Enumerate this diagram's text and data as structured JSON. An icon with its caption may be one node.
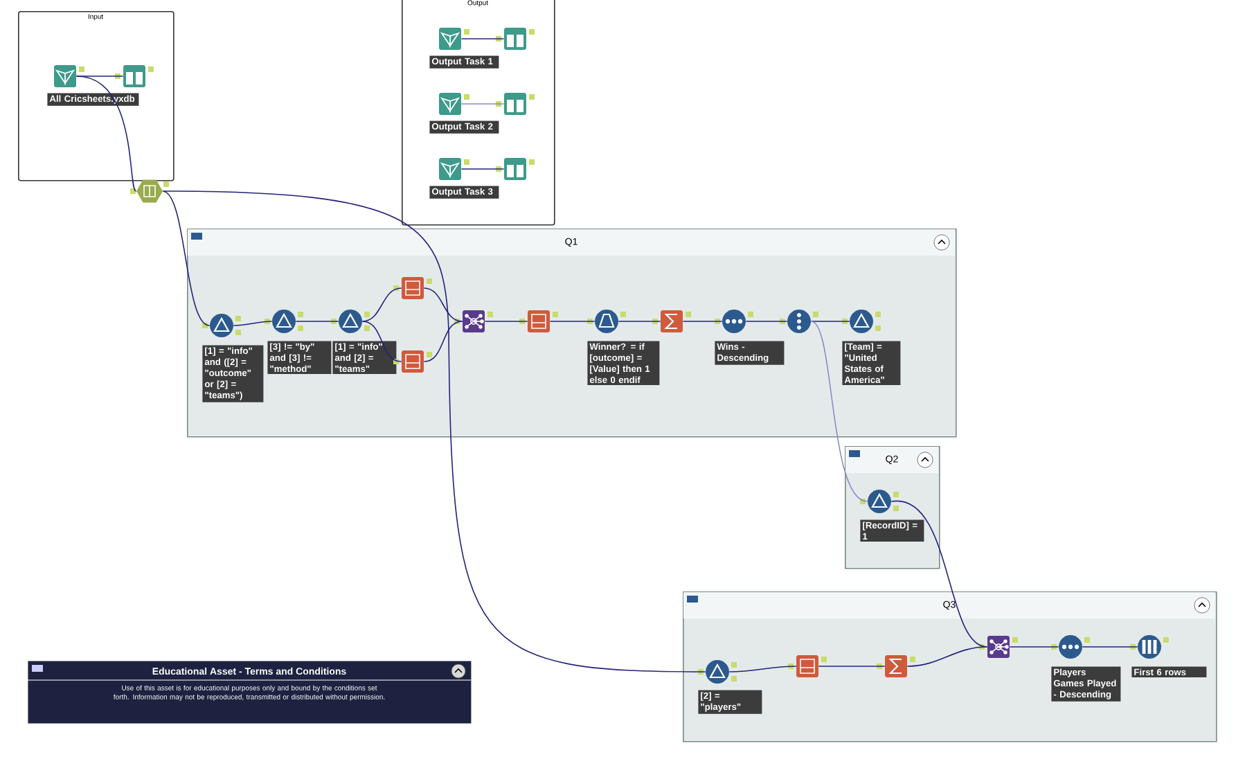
{
  "diagram": {
    "nodes": [
      {
        "text": [
          "Input"
        ]
      },
      {
        "text": [
          "All Cricsheets.yxdb"
        ],
        "in": 0
      },
      {
        "text": [],
        "shape": "picture",
        "in": 0
      },
      {
        "text": [
          "Output"
        ]
      },
      {
        "text": [
          "Output Task 1"
        ],
        "in": 3
      },
      {
        "text": [],
        "shape": "picture",
        "in": 3
      },
      {
        "text": [
          "Output Task 2"
        ],
        "in": 3
      },
      {
        "text": [],
        "shape": "picture",
        "in": 3
      },
      {
        "text": [
          "Output Task 3"
        ],
        "in": 3
      },
      {
        "text": [],
        "shape": "picture",
        "in": 3
      },
      {
        "text": [],
        "shape": "picture"
      },
      {
        "text": [
          "Q1"
        ]
      },
      {
        "text": [
          "[1] = \"info\" and ([2] = \"outcome\" or [2] = \"teams\")"
        ],
        "in": 11
      },
      {
        "text": [
          "[3] != \"by\" and [3] != \"method\""
        ],
        "in": 11
      },
      {
        "text": [
          "[1] = \"info\" and [2] = \"teams\""
        ],
        "in": 11
      },
      {
        "text": [],
        "shape": "picture",
        "in": 11
      },
      {
        "text": [],
        "shape": "picture",
        "in": 11
      },
      {
        "text": [],
        "shape": "picture",
        "in": 11
      },
      {
        "text": [],
        "shape": "picture",
        "in": 11
      },
      {
        "text": [
          "Winner? = if [outcome] = [Value] then 1 else 0 endif"
        ],
        "in": 11
      },
      {
        "text": [],
        "shape": "picture",
        "in": 11
      },
      {
        "text": [
          "Wins - Descending"
        ],
        "in": 11
      },
      {
        "text": [],
        "shape": "picture",
        "in": 11
      },
      {
        "text": [
          "[Team] = \"United States of America\""
        ],
        "in": 11
      },
      {
        "text": [
          "Q2"
        ]
      },
      {
        "text": [
          "[RecordID] = 1"
        ],
        "in": 24
      },
      {
        "text": [
          "Q3"
        ]
      },
      {
        "text": [
          "[2] = \"players\""
        ],
        "in": 26
      },
      {
        "text": [],
        "shape": "picture",
        "in": 26
      },
      {
        "text": [],
        "shape": "picture",
        "in": 26
      },
      {
        "text": [],
        "shape": "picture",
        "in": 26
      },
      {
        "text": [
          "Players Games Played - Descending"
        ],
        "in": 26
      },
      {
        "text": [
          "First 6 rows"
        ],
        "in": 26
      },
      {
        "text": [
          "Educational Asset - Terms and Conditions",
          "Use of this asset is for educational purposes only and bound by the conditions set forth. Information may not be reproduced, transmitted or distributed without permission."
        ]
      }
    ],
    "edges": [
      {
        "from": 1,
        "to": 2,
        "arrow": "none"
      },
      {
        "from": 4,
        "to": 5,
        "arrow": "none"
      },
      {
        "from": 6,
        "to": 7,
        "arrow": "none",
        "color": "#8a8ac8"
      },
      {
        "from": 8,
        "to": 9,
        "arrow": "none"
      },
      {
        "from": 1,
        "to": 10,
        "arrow": "none"
      },
      {
        "from": 10,
        "to": 12,
        "arrow": "none"
      },
      {
        "from": 10,
        "to": 27,
        "arrow": "none"
      },
      {
        "from": 12,
        "to": 13,
        "arrow": "none"
      },
      {
        "from": 13,
        "to": 14,
        "arrow": "none"
      },
      {
        "from": 14,
        "to": 15,
        "arrow": "none"
      },
      {
        "from": 14,
        "to": 16,
        "arrow": "none"
      },
      {
        "from": 15,
        "to": 17,
        "arrow": "none"
      },
      {
        "from": 16,
        "to": 17,
        "arrow": "none"
      },
      {
        "from": 17,
        "to": 18,
        "arrow": "none"
      },
      {
        "from": 18,
        "to": 19,
        "arrow": "none"
      },
      {
        "from": 19,
        "to": 20,
        "arrow": "none"
      },
      {
        "from": 20,
        "to": 21,
        "arrow": "none"
      },
      {
        "from": 21,
        "to": 22,
        "arrow": "none"
      },
      {
        "from": 22,
        "to": 23,
        "arrow": "none"
      },
      {
        "from": 22,
        "to": 25,
        "arrow": "none",
        "color": "#8a8ac8"
      },
      {
        "from": 25,
        "to": 30,
        "arrow": "none"
      },
      {
        "from": 27,
        "to": 28,
        "arrow": "none"
      },
      {
        "from": 28,
        "to": 29,
        "arrow": "none"
      },
      {
        "from": 29,
        "to": 30,
        "arrow": "none"
      },
      {
        "from": 30,
        "to": 31,
        "arrow": "none"
      },
      {
        "from": 31,
        "to": 32,
        "arrow": "none"
      }
    ]
  }
}
